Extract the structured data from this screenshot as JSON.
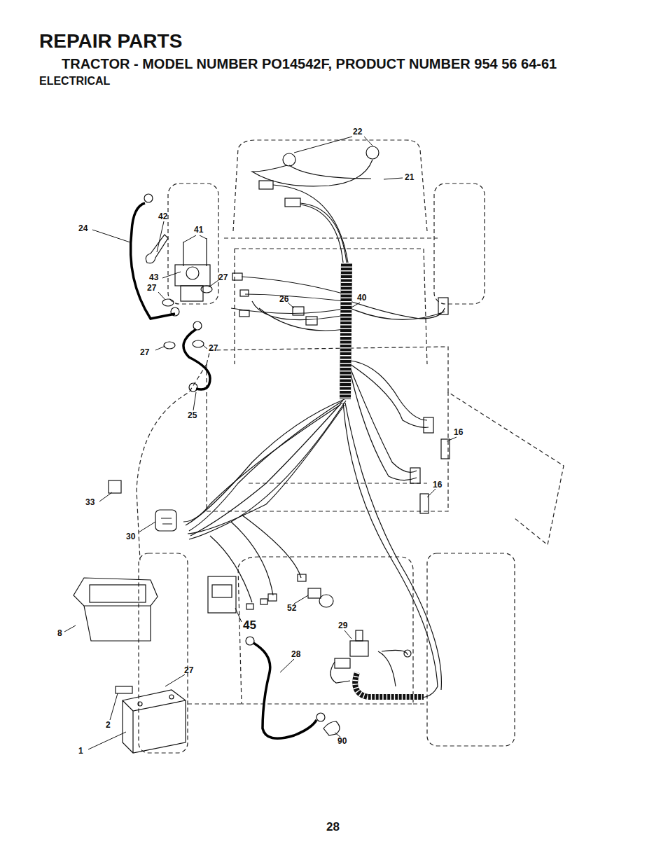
{
  "diagram": {
    "title": "REPAIR PARTS",
    "labels": [
      "TRACTOR - MODEL NUMBER PO14542F, PRODUCT NUMBER 954 56 64-61",
      "ELECTRICAL",
      "22",
      "21",
      "42",
      "41",
      "24",
      "43",
      "27",
      "27",
      "26",
      "40",
      "27",
      "27",
      "16",
      "25",
      "16",
      "33",
      "30",
      "45",
      "52",
      "8",
      "29",
      "28",
      "27",
      "2",
      "1",
      "90",
      "28"
    ]
  }
}
